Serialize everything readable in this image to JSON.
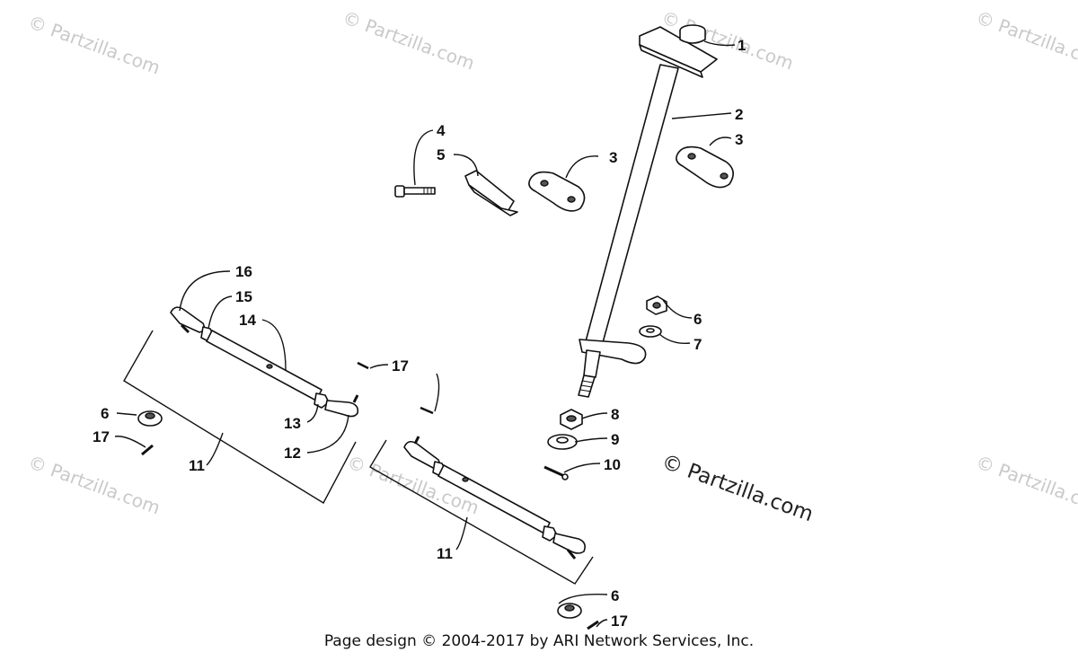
{
  "watermarks": {
    "small": "© Partzilla.com",
    "large": "© Partzilla.com"
  },
  "callouts": [
    "1",
    "2",
    "3",
    "3",
    "4",
    "5",
    "6",
    "7",
    "8",
    "9",
    "10",
    "16",
    "15",
    "14",
    "17",
    "6",
    "17",
    "13",
    "12",
    "11",
    "11",
    "6",
    "17"
  ],
  "footer": "Page design © 2004-2017 by ARI Network Services, Inc."
}
